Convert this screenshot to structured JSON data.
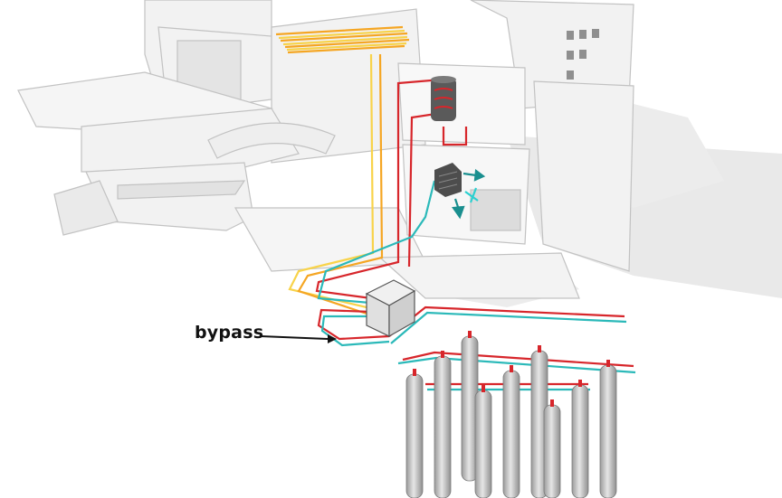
{
  "labels": {
    "bypass": "bypass"
  },
  "colors": {
    "background": "#ffffff",
    "building_fill": "#f1f1f1",
    "building_shade": "#e2e2e2",
    "building_line": "#c4c4c4",
    "shadow": "#e6e6e6",
    "heating_hot": "#f5a623",
    "heating_warm": "#f8d34a",
    "supply_red": "#d7262b",
    "return_cyan": "#2bb9b9",
    "arrow_teal": "#1a8f8f",
    "pile_fill": "#c9c9c9",
    "pile_dark": "#9a9a9a",
    "label_text": "#111111"
  },
  "icons": [
    "heat-pump-unit",
    "hot-water-tank",
    "air-handling-unit",
    "ground-heat-exchanger-piles",
    "underfloor-heating-loop",
    "airflow-arrow"
  ]
}
